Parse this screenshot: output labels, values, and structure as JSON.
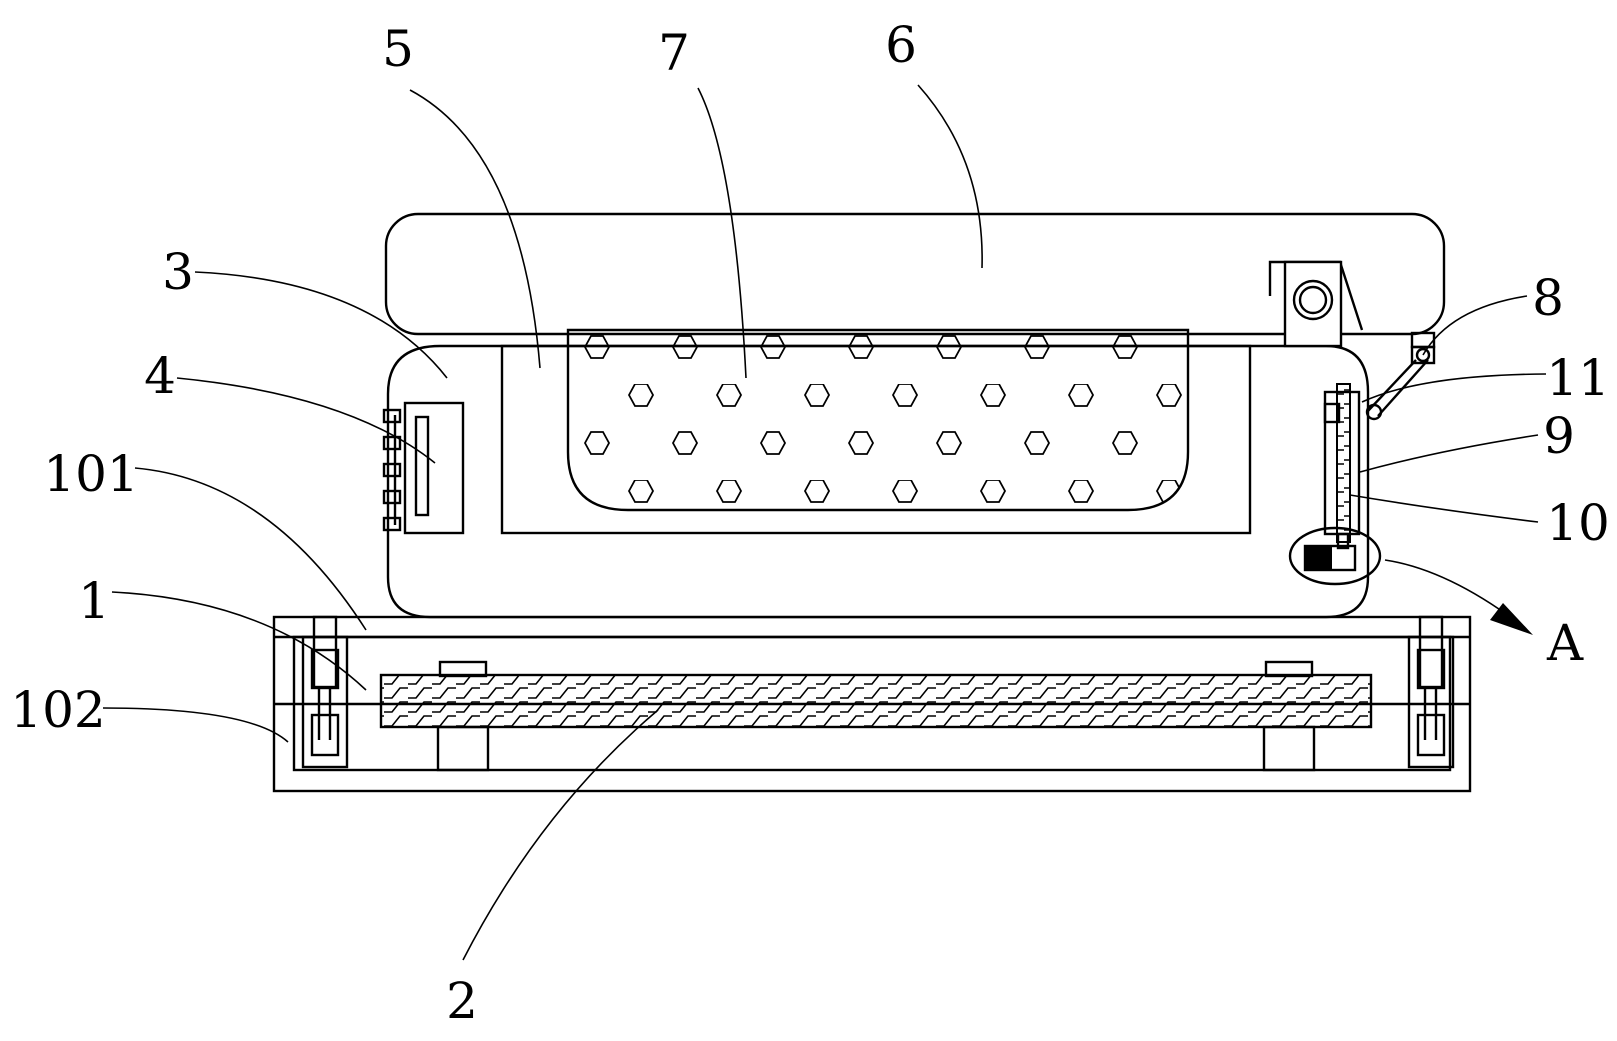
{
  "figure": {
    "labels": {
      "l1": "1",
      "l2": "2",
      "l3": "3",
      "l4": "4",
      "l5": "5",
      "l6": "6",
      "l7": "7",
      "l8": "8",
      "l9": "9",
      "l10": "10",
      "l11": "11",
      "l101": "101",
      "l102": "102",
      "lA": "A"
    },
    "colors": {
      "line": "#000000",
      "background": "#ffffff"
    }
  }
}
